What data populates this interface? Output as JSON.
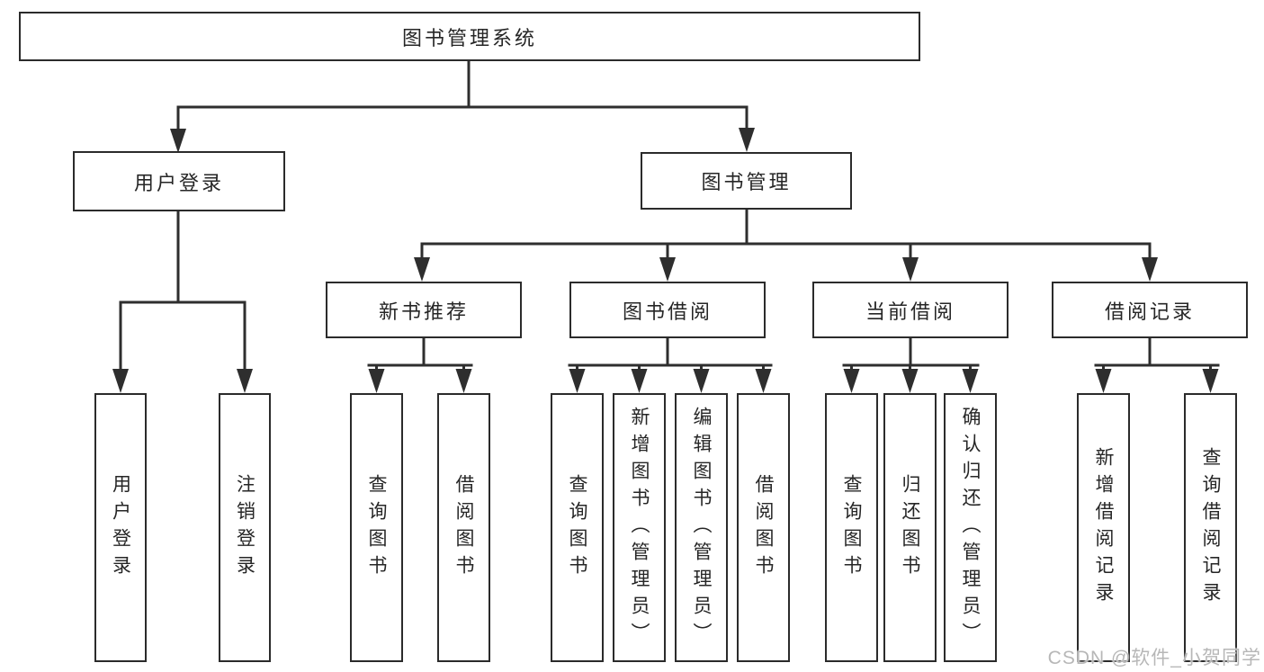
{
  "tree": {
    "root": {
      "label": "图书管理系统",
      "children": [
        {
          "label": "用户登录",
          "children": [
            {
              "label": "用户登录"
            },
            {
              "label": "注销登录"
            }
          ]
        },
        {
          "label": "图书管理",
          "children": [
            {
              "label": "新书推荐",
              "children": [
                {
                  "label": "查询图书"
                },
                {
                  "label": "借阅图书"
                }
              ]
            },
            {
              "label": "图书借阅",
              "children": [
                {
                  "label": "查询图书"
                },
                {
                  "label": "新增图书（管理员）"
                },
                {
                  "label": "编辑图书（管理员）"
                },
                {
                  "label": "借阅图书"
                }
              ]
            },
            {
              "label": "当前借阅",
              "children": [
                {
                  "label": "查询图书"
                },
                {
                  "label": "归还图书"
                },
                {
                  "label": "确认归还（管理员）"
                }
              ]
            },
            {
              "label": "借阅记录",
              "children": [
                {
                  "label": "新增借阅记录"
                },
                {
                  "label": "查询借阅记录"
                }
              ]
            }
          ]
        }
      ]
    }
  },
  "watermark": {
    "text": "CSDN @软件_小贺同学"
  },
  "colors": {
    "line": "#2e2e2e",
    "box_border": "#2b2b2b",
    "text": "#262626",
    "watermark": "#b7b7b7",
    "background": "#ffffff"
  }
}
